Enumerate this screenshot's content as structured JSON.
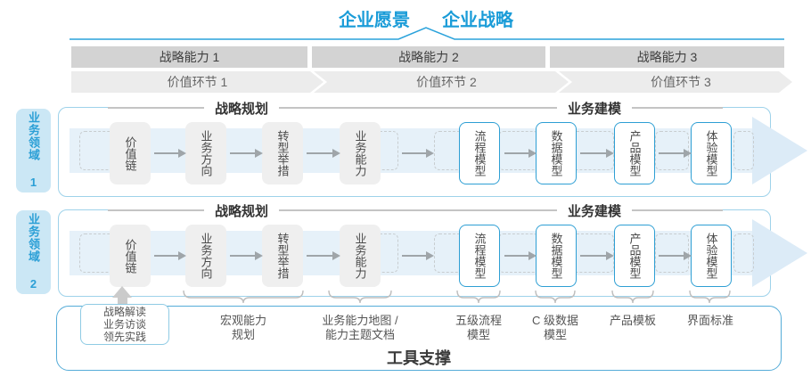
{
  "page_title": {
    "vision": "企业愿景",
    "strategy": "企业战略"
  },
  "capability_bars": [
    {
      "label": "战略能力 1"
    },
    {
      "label": "战略能力 2"
    },
    {
      "label": "战略能力 3"
    }
  ],
  "value_links": [
    {
      "label": "价值环节 1"
    },
    {
      "label": "价值环节 2"
    },
    {
      "label": "价值环节 3"
    }
  ],
  "domain_labels": [
    "业务领域 1",
    "业务领域 2"
  ],
  "section_headers": {
    "planning": "战略规划",
    "modeling": "业务建模"
  },
  "flow_boxes": [
    {
      "label": "价值链",
      "type": "gray"
    },
    {
      "label": "业务方向",
      "type": "gray"
    },
    {
      "label": "转型举措",
      "type": "gray"
    },
    {
      "label": "业务能力",
      "type": "gray"
    },
    {
      "label": "流程模型",
      "type": "blue"
    },
    {
      "label": "数据模型",
      "type": "blue"
    },
    {
      "label": "产品模型",
      "type": "blue"
    },
    {
      "label": "体验模型",
      "type": "blue"
    }
  ],
  "annotations": {
    "sources_box": [
      "战略解读",
      "业务访谈",
      "领先实践"
    ],
    "macro": [
      "宏观能力",
      "规划"
    ],
    "capability_map": [
      "业务能力地图 /",
      "能力主题文档"
    ],
    "process": [
      "五级流程",
      "模型"
    ],
    "data": [
      "C 级数据",
      "模型"
    ],
    "product": [
      "产品模板"
    ],
    "ui": [
      "界面标准"
    ]
  },
  "tool_support_label": "工具支撑",
  "colors": {
    "accent_blue": "#1A9CD8",
    "domain_label_fill": "#CBE7F5",
    "band_blue": "#E6F1F9",
    "bar_gray": "#D3D3D3",
    "chevron_gray": "#ECECEC",
    "box_gray": "#EFEFEF",
    "blue_border": "#2E9FD4"
  }
}
